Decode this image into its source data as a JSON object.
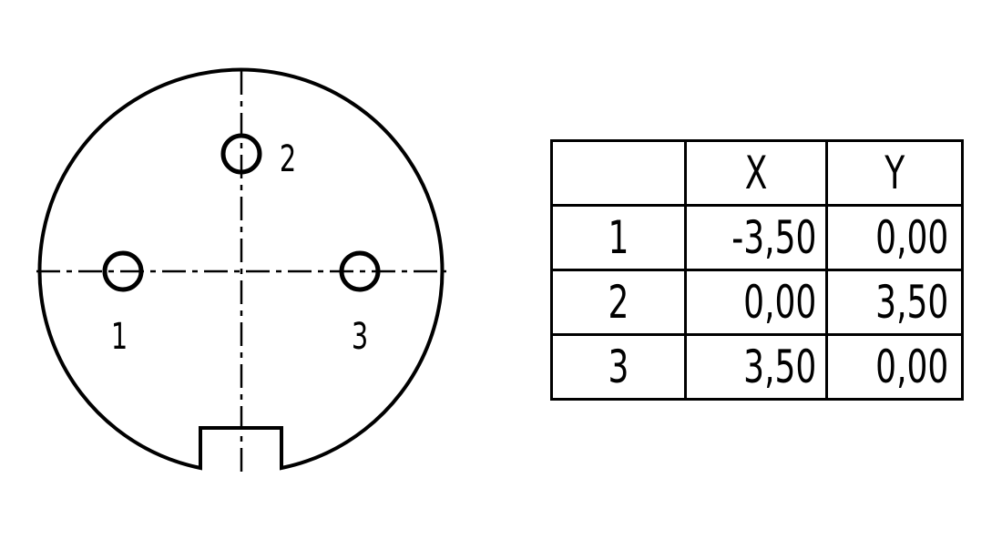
{
  "diagram": {
    "pins": [
      {
        "id": "pin-1",
        "label": "1"
      },
      {
        "id": "pin-2",
        "label": "2"
      },
      {
        "id": "pin-3",
        "label": "3"
      }
    ]
  },
  "table": {
    "headers": [
      "",
      "X",
      "Y"
    ],
    "rows": [
      {
        "pin": "1",
        "x": "-3,50",
        "y": "0,00"
      },
      {
        "pin": "2",
        "x": "0,00",
        "y": "3,50"
      },
      {
        "pin": "3",
        "x": "3,50",
        "y": "0,00"
      }
    ]
  }
}
